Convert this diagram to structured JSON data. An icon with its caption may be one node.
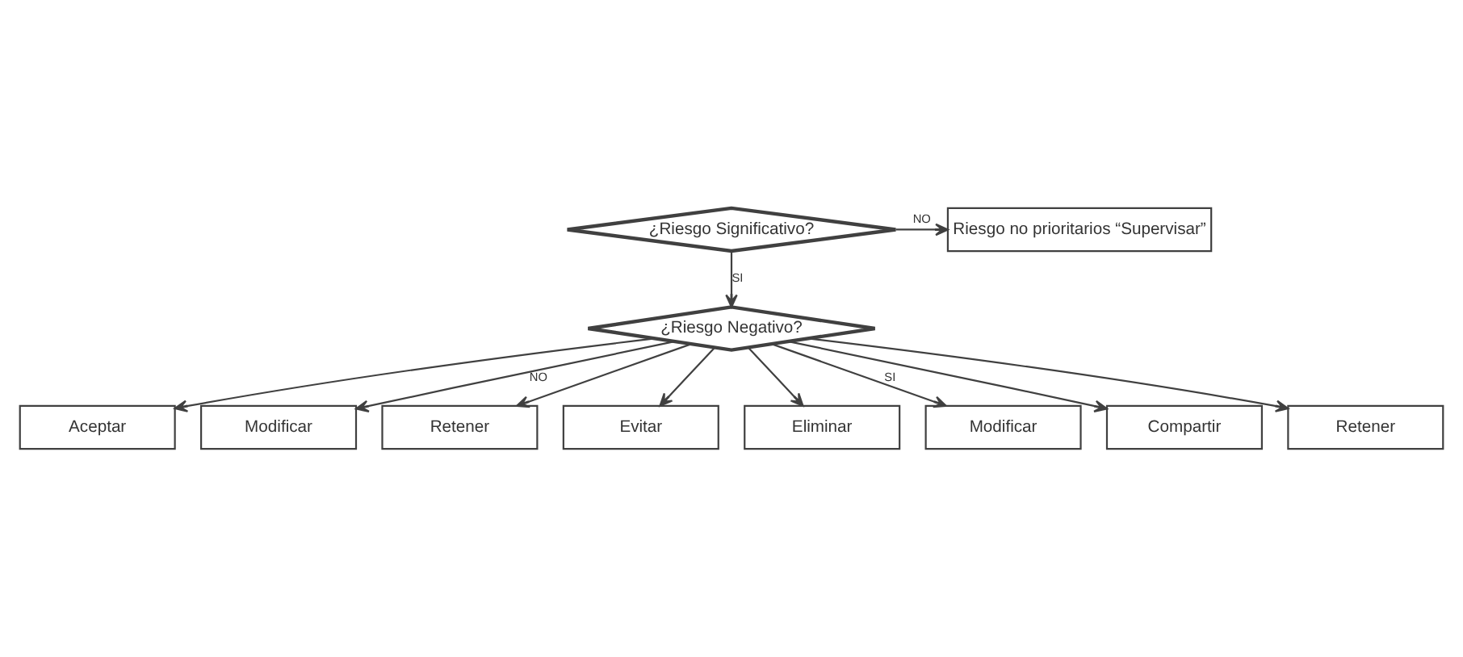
{
  "diagram": {
    "nodes": [
      {
        "text": [
          "Riesgo no prioritarios “Supervisar”"
        ]
      },
      {
        "text": [
          "¿Riesgo Significativo?"
        ]
      },
      {
        "text": [
          "Aceptar"
        ]
      },
      {
        "text": [
          "Modificar"
        ]
      },
      {
        "text": [
          "Retener"
        ]
      },
      {
        "text": [
          "¿Riesgo Negativo?"
        ]
      },
      {
        "text": [
          "Evitar"
        ]
      },
      {
        "text": [
          "Eliminar"
        ]
      },
      {
        "text": [
          "Modificar"
        ]
      },
      {
        "text": [
          "Compartir"
        ]
      },
      {
        "text": [
          "Retener"
        ]
      }
    ],
    "edges": [
      {
        "from": 1,
        "to": 0,
        "arrow": "to",
        "label": "NO"
      },
      {
        "from": 1,
        "to": 5,
        "arrow": "to",
        "label": "SI"
      },
      {
        "from": 5,
        "to": 2,
        "arrow": "to"
      },
      {
        "from": 5,
        "to": 3,
        "arrow": "to",
        "label": "NO"
      },
      {
        "from": 5,
        "to": 4,
        "arrow": "to"
      },
      {
        "from": 5,
        "to": 6,
        "arrow": "to"
      },
      {
        "from": 5,
        "to": 7,
        "arrow": "to"
      },
      {
        "from": 5,
        "to": 8,
        "arrow": "to",
        "label": "SI"
      },
      {
        "from": 5,
        "to": 9,
        "arrow": "to"
      },
      {
        "from": 5,
        "to": 10,
        "arrow": "to"
      }
    ]
  }
}
